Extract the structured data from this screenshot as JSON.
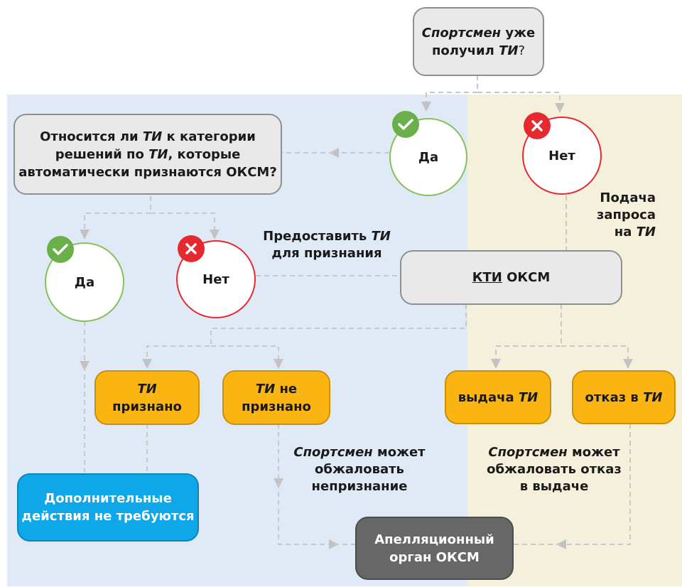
{
  "colors": {
    "left_zone": "#e0eaf6",
    "right_zone": "#f5f0dc",
    "yes": "#6ab04a",
    "no": "#e5292f",
    "result": "#fbb513",
    "final": "#0da7ea",
    "appeal": "#676767",
    "connector": "#c2c2c2"
  },
  "icons": {
    "yes_badge": "check-icon",
    "no_badge": "cross-icon"
  },
  "start": {
    "athlete": "Спортсмен",
    "mid": " уже",
    "line2_pre": "получил ",
    "tue": "ТИ",
    "q": "?"
  },
  "q2": {
    "l1_pre": "Относится ли ",
    "l1_tue": "ТИ",
    "l1_post": " к категории",
    "l2_pre": "решений по ",
    "l2_tue": "ТИ",
    "l2_post": ", которые",
    "l3": "автоматически признаются ОКСМ?"
  },
  "yes_label": "Да",
  "no_label": "Нет",
  "submit": {
    "l1": "Подача",
    "l2": "запроса",
    "l3_pre": "на ",
    "l3_tue": "ТИ"
  },
  "provide": {
    "pre": "Предоставить ",
    "tue": "ТИ",
    "l2": "для признания"
  },
  "kti": {
    "u": "КТИ",
    "rest": " ОКСМ"
  },
  "results": {
    "recognized": {
      "tue": "ТИ",
      "l2": "признано"
    },
    "not_recognized": {
      "tue": "ТИ",
      "post": " не",
      "l2": "признано"
    },
    "issued": {
      "pre": "выдача ",
      "tue": "ТИ"
    },
    "refused": {
      "pre": "отказ в ",
      "tue": "ТИ"
    }
  },
  "no_action": {
    "l1": "Дополнительные",
    "l2": "действия не требуются"
  },
  "appeal_left": {
    "athlete": "Спортсмен",
    "mid": " может",
    "l2": "обжаловать",
    "l3": "непризнание"
  },
  "appeal_right": {
    "athlete": "Спортсмен",
    "mid": " может",
    "l2": "обжаловать отказ",
    "l3": "в выдаче"
  },
  "appeal_body": {
    "l1": "Апелляционный",
    "l2": "орган ОКСМ"
  }
}
